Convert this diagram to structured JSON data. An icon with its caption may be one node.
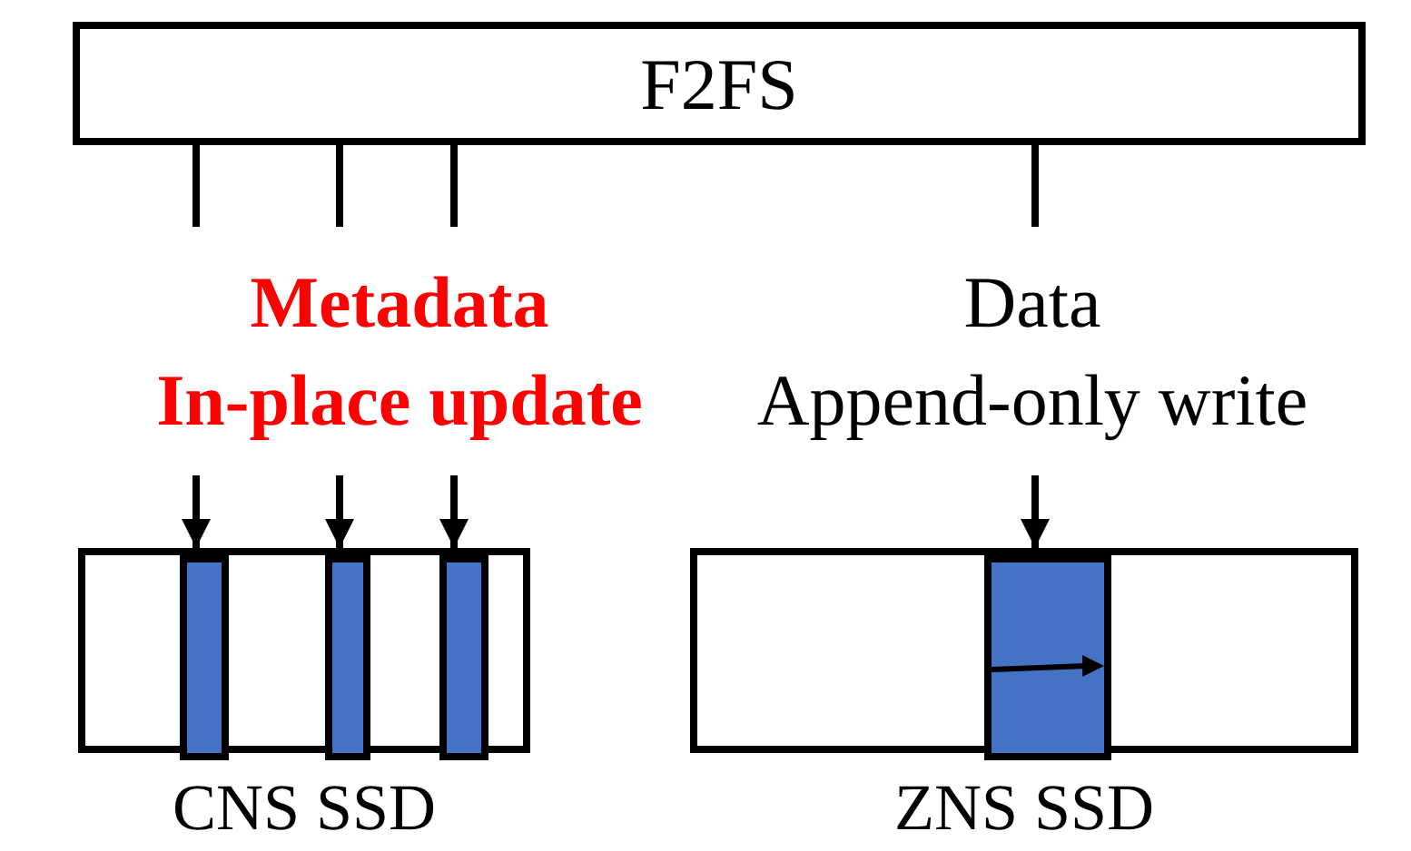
{
  "diagram": {
    "nodes": [
      {
        "text": [
          "F2FS"
        ]
      },
      {
        "text": [
          "Metadata",
          "In-place update"
        ]
      },
      {
        "text": [
          "Data",
          "Append-only write"
        ]
      },
      {
        "text": [],
        "shape": "box",
        "beside": [
          "CNS SSD"
        ]
      },
      {
        "text": [],
        "shape": "bar",
        "in": 3
      },
      {
        "text": [],
        "shape": "bar",
        "in": 3
      },
      {
        "text": [],
        "shape": "bar",
        "in": 3
      },
      {
        "text": [],
        "shape": "box",
        "beside": [
          "ZNS SSD"
        ]
      },
      {
        "text": [],
        "shape": "bar",
        "in": 7
      }
    ],
    "edges": [
      {
        "from": 0,
        "to": 1,
        "arrow": "none"
      },
      {
        "from": 0,
        "to": 1,
        "arrow": "none"
      },
      {
        "from": 0,
        "to": 1,
        "arrow": "none"
      },
      {
        "from": 1,
        "to": 4,
        "arrow": "to"
      },
      {
        "from": 1,
        "to": 5,
        "arrow": "to"
      },
      {
        "from": 1,
        "to": 6,
        "arrow": "to"
      },
      {
        "from": 0,
        "to": 2,
        "arrow": "none"
      },
      {
        "from": 2,
        "to": 8,
        "arrow": "to"
      }
    ]
  }
}
